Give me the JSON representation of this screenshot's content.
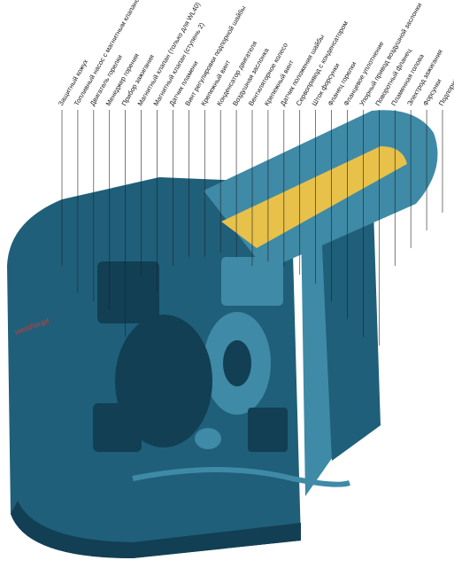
{
  "brand": "weishaupt",
  "colors": {
    "housing": "#1f5f79",
    "housing_dark": "#123f54",
    "housing_light": "#3f8aa6",
    "accent_yellow": "#e7c14a",
    "brand_red": "#d9362b",
    "leader": "#222222"
  },
  "labels": [
    "Защитный кожух",
    "Топливный насос с магнитным клапаном",
    "Двигатель горелки",
    "Менеджер горения",
    "Прибор зажигания",
    "Магнитный клапан (только для WL40)",
    "Магнитный клапан (ступень 2)",
    "Датчик пламени",
    "Винт регулировки подпорной шайбы",
    "Крепежный винт",
    "Конденсатор двигателя",
    "Воздушная заслонка",
    "Вентиляторное колесо",
    "Крепежный винт",
    "Датчик положения шайбы",
    "Сервопривод с конденсатором",
    "Шток форсунки",
    "Фланец горелки",
    "Фланцевое уплотнение",
    "Упорный привод воздушной заслонки",
    "Поворотный фланец",
    "Пламенная голова",
    "Электрод зажигания",
    "Форсунки",
    "Подпорная шайба"
  ]
}
